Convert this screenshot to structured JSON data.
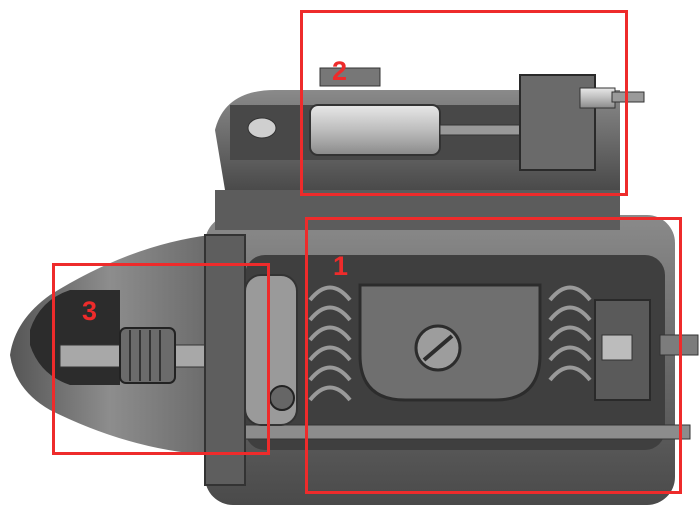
{
  "figure": {
    "subject": "starter-motor-cutaway",
    "box_color": "#ee2b2b",
    "regions": [
      {
        "label": "1",
        "part": "motor"
      },
      {
        "label": "2",
        "part": "solenoid"
      },
      {
        "label": "3",
        "part": "pinion-drive"
      }
    ]
  }
}
